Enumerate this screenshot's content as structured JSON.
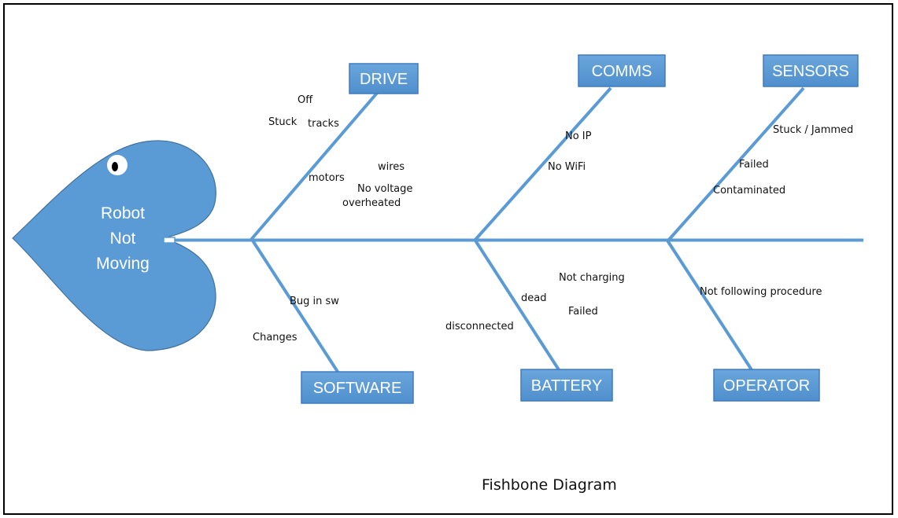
{
  "problem": {
    "lines": [
      "Robot",
      "Not",
      "Moving"
    ],
    "fill_color": "#5b9bd5",
    "eye_icon": "eye-icon"
  },
  "colors": {
    "bone": "#5b9bd5",
    "box_fill": "#5b9bd5",
    "box_border": "#3f7cc0",
    "text": "#111111"
  },
  "categories": {
    "drive": {
      "label": "DRIVE",
      "causes": [
        "Off",
        "Stuck",
        "tracks",
        "motors",
        "wires",
        "No voltage",
        "overheated"
      ]
    },
    "comms": {
      "label": "COMMS",
      "causes": [
        "No IP",
        "No WiFi"
      ]
    },
    "sensors": {
      "label": "SENSORS",
      "causes": [
        "Stuck / Jammed",
        "Failed",
        "Contaminated"
      ]
    },
    "software": {
      "label": "SOFTWARE",
      "causes": [
        "Bug in sw",
        "Changes"
      ]
    },
    "battery": {
      "label": "BATTERY",
      "causes": [
        "Not charging",
        "dead",
        "Failed",
        "disconnected"
      ]
    },
    "operator": {
      "label": "OPERATOR",
      "causes": [
        "Not following procedure"
      ]
    }
  },
  "caption": "Fishbone Diagram"
}
